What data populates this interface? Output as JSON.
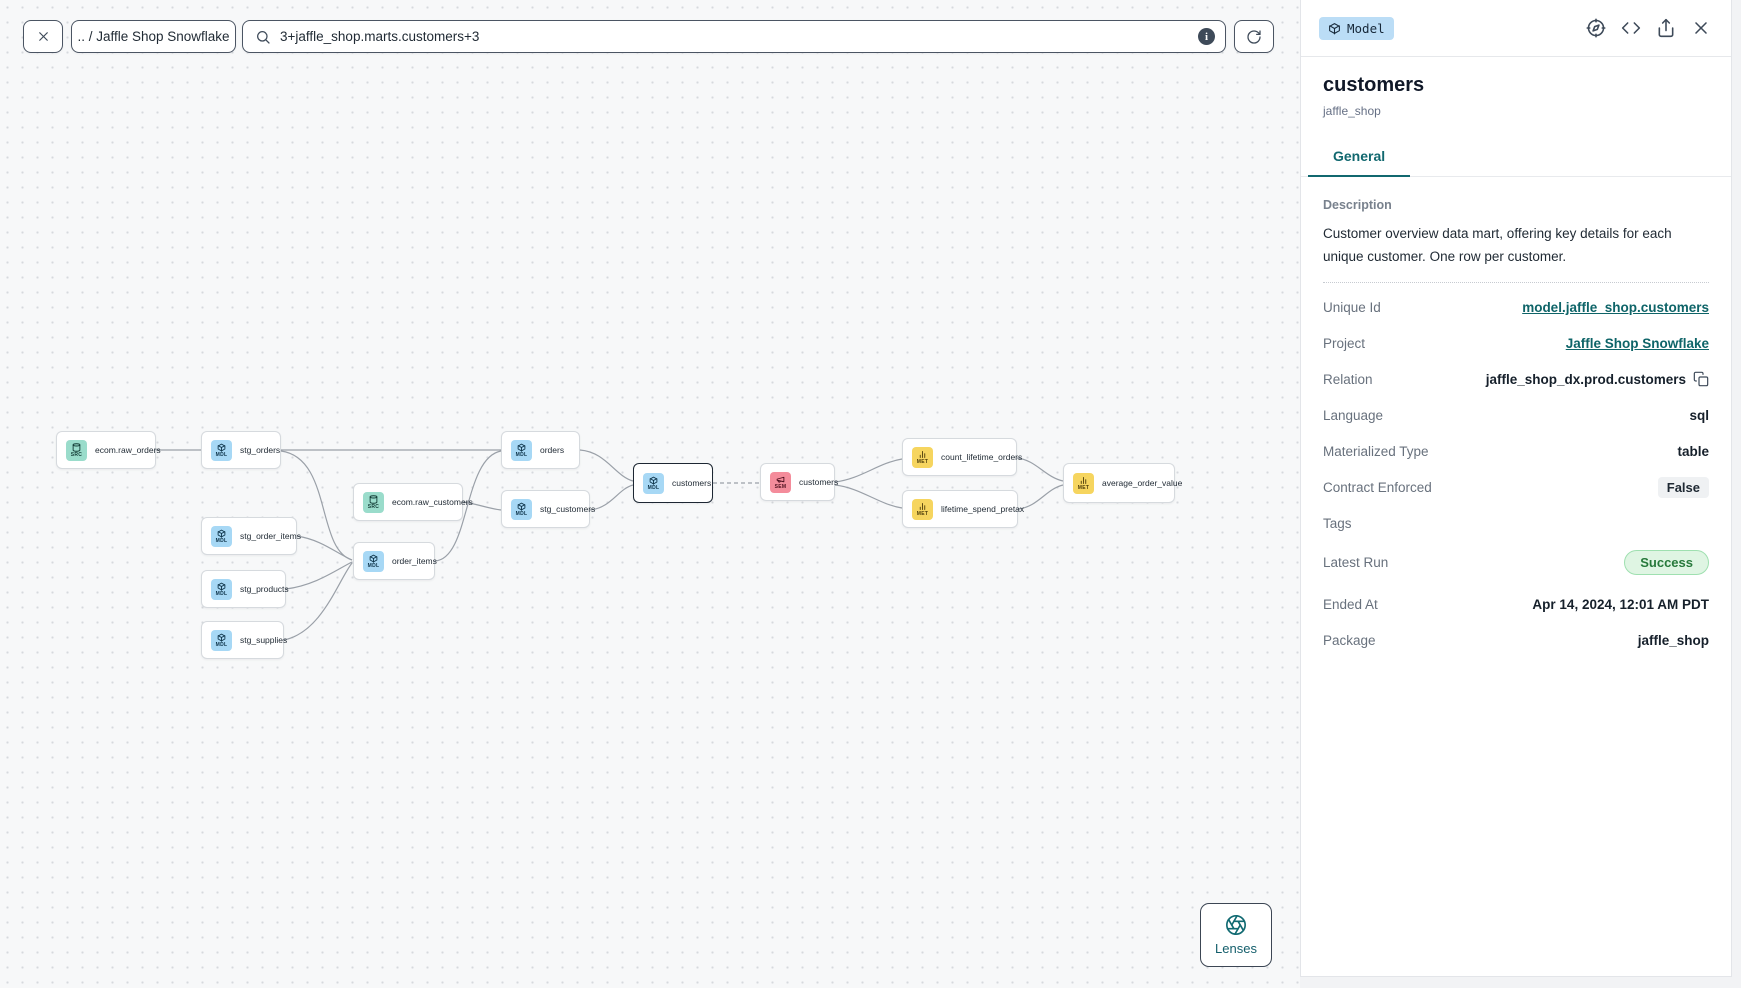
{
  "toolbar": {
    "breadcrumb": ".. / Jaffle Shop Snowflake",
    "search_value": "3+jaffle_shop.marts.customers+3"
  },
  "lenses": {
    "label": "Lenses"
  },
  "graph": {
    "nodes": [
      {
        "label": "ecom.raw_orders",
        "badge": "SRC",
        "type": "source"
      },
      {
        "label": "stg_orders",
        "badge": "MDL",
        "type": "model"
      },
      {
        "label": "stg_order_items",
        "badge": "MDL",
        "type": "model"
      },
      {
        "label": "stg_products",
        "badge": "MDL",
        "type": "model"
      },
      {
        "label": "stg_supplies",
        "badge": "MDL",
        "type": "model"
      },
      {
        "label": "ecom.raw_customers",
        "badge": "SRC",
        "type": "source"
      },
      {
        "label": "order_items",
        "badge": "MDL",
        "type": "model"
      },
      {
        "label": "orders",
        "badge": "MDL",
        "type": "model"
      },
      {
        "label": "stg_customers",
        "badge": "MDL",
        "type": "model"
      },
      {
        "label": "customers",
        "badge": "MDL",
        "type": "model",
        "selected": true
      },
      {
        "label": "customers",
        "badge": "SEM",
        "type": "semantic_model"
      },
      {
        "label": "count_lifetime_orders",
        "badge": "MET",
        "type": "metric"
      },
      {
        "label": "lifetime_spend_pretax",
        "badge": "MET",
        "type": "metric"
      },
      {
        "label": "average_order_value",
        "badge": "MET",
        "type": "metric"
      }
    ]
  },
  "panel": {
    "type_badge": "Model",
    "title": "customers",
    "subtitle": "jaffle_shop",
    "tab": "General",
    "description_label": "Description",
    "description": "Customer overview data mart, offering key details for each unique customer. One row per customer.",
    "fields": [
      {
        "label": "Unique Id",
        "value": "model.jaffle_shop.customers"
      },
      {
        "label": "Project",
        "value": "Jaffle Shop Snowflake"
      },
      {
        "label": "Relation",
        "value": "jaffle_shop_dx.prod.customers"
      },
      {
        "label": "Language",
        "value": "sql"
      },
      {
        "label": "Materialized Type",
        "value": "table"
      },
      {
        "label": "Contract Enforced",
        "value": "False"
      },
      {
        "label": "Tags",
        "value": ""
      },
      {
        "label": "Latest Run",
        "value": "Success"
      },
      {
        "label": "Ended At",
        "value": "Apr 14, 2024, 12:01 AM PDT"
      },
      {
        "label": "Package",
        "value": "jaffle_shop"
      }
    ]
  },
  "colors": {
    "accent_teal": "#11686f",
    "link_teal": "#0e6468",
    "model_badge_bg": "#bbddf6",
    "source_icon_bg": "#9adccb",
    "model_icon_bg": "#a7d8f5",
    "semantic_icon_bg": "#f48c9b",
    "metric_icon_bg": "#f6d55f",
    "success_bg": "#dff5e3",
    "success_text": "#27793b",
    "canvas_bg": "#f7f8f9"
  }
}
